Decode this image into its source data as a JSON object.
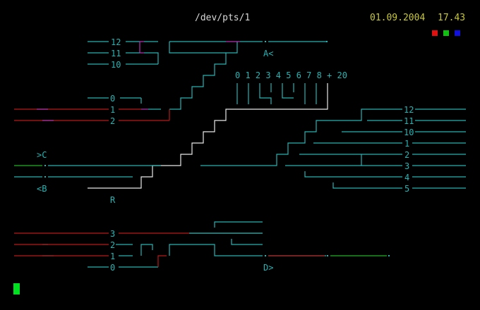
{
  "header": {
    "title": "/dev/pts/1",
    "date": "01.09.2004",
    "time": "17.43"
  },
  "indicators": [
    {
      "name": "red-indicator",
      "color": "#e01010"
    },
    {
      "name": "green-indicator",
      "color": "#10c010"
    },
    {
      "name": "blue-indicator",
      "color": "#1010e0"
    }
  ],
  "colors": {
    "cyan": "#25b4b4",
    "red": "#b81818",
    "magenta": "#b432b4",
    "white": "#e8e8e8",
    "green": "#20b420",
    "yellow": "#c8c832"
  },
  "labels": {
    "bus_top": [
      "12",
      "11",
      "10"
    ],
    "group_a": [
      "0",
      "1",
      "2"
    ],
    "port_a": "A<",
    "bit_scale": "0 1 2 3 4 5 6 7 8 + 20",
    "port_c": ">C",
    "port_b": "<B",
    "port_r": "R",
    "right_lines": [
      "12",
      "11",
      "10",
      "1",
      "2",
      "3",
      "4",
      "5"
    ],
    "bottom_lines": [
      "3",
      "2",
      "1",
      "0"
    ],
    "port_d": "D>"
  }
}
